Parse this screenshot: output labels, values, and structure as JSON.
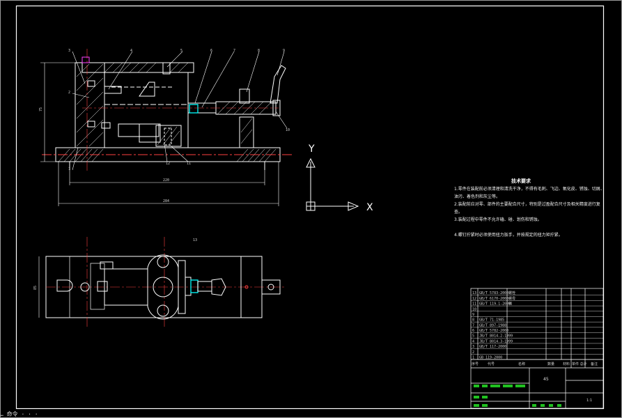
{
  "drawing": {
    "tech_title": "技术要求",
    "tech_notes": [
      "1.零件在装配前必须清理和清洗干净，不得有毛刺、飞边、氧化皮、锈蚀、切屑、",
      "油污、着色剂和灰尘等。",
      "2.装配前应对零、部件的主要配合尺寸，特别是过盈配合尺寸及相关精度进行复",
      "查。",
      "3.装配过程中零件不允许磕、碰、划伤和锈蚀。",
      "4.螺钉拧紧时必须使用扭力扳手，并按规定的扭力矩拧紧。"
    ],
    "balloons": [
      "1",
      "2",
      "3",
      "4",
      "5",
      "6",
      "7",
      "8",
      "9",
      "10",
      "11",
      "12",
      "13"
    ],
    "dims": {
      "height": "75",
      "inner_len": "220",
      "total_len": "284",
      "width": "85"
    },
    "axis_x": "X",
    "axis_y": "Y"
  },
  "title_block": {
    "rows": [
      {
        "no": "13",
        "code": "GB/T 5783-2000",
        "name": "螺栓"
      },
      {
        "no": "12",
        "code": "GB/T 6170-2000",
        "name": "螺母"
      },
      {
        "no": "11",
        "code": "GB/T 119.1-2000",
        "name": "销"
      },
      {
        "no": "10",
        "code": "",
        "name": ""
      },
      {
        "no": "9",
        "code": "",
        "name": ""
      },
      {
        "no": "8",
        "code": "GB/T 71-1985",
        "name": ""
      },
      {
        "no": "7",
        "code": "GB/T 897-1988",
        "name": ""
      },
      {
        "no": "6",
        "code": "GB/T 5782-2000",
        "name": ""
      },
      {
        "no": "5",
        "code": "JB/T 8014.2-1999",
        "name": ""
      },
      {
        "no": "4",
        "code": "JB/T 8014.3-1999",
        "name": ""
      },
      {
        "no": "3",
        "code": "GB/T 117-2000",
        "name": ""
      },
      {
        "no": "2",
        "code": "",
        "name": ""
      },
      {
        "no": "1",
        "code": "GB 119-2000",
        "name": ""
      }
    ],
    "headers": [
      "序号",
      "代号",
      "名称",
      "数量",
      "材料",
      "单件 总计",
      "备注"
    ],
    "material": "45",
    "ratio": "1:1"
  },
  "command_line": "… 命令 · · ·"
}
